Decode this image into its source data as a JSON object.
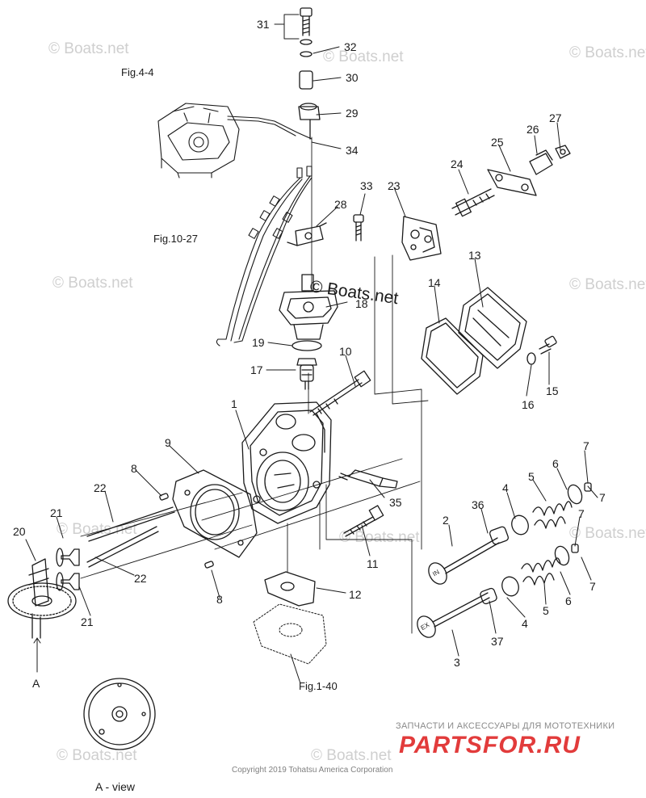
{
  "watermarks": [
    "© Boats.net",
    "© Boats.net",
    "© Boats.net",
    "© Boats.net",
    "© Boats.net",
    "© Boats.net",
    "© Boats.net",
    "© Boats.net",
    "© Boats.net",
    "© Boats.net"
  ],
  "center_brand": "© Boats.net",
  "figure_refs": {
    "fig_4_4": "Fig.4-4",
    "fig_10_27": "Fig.10-27",
    "fig_1_40": "Fig.1-40"
  },
  "part_numbers": [
    "31",
    "32",
    "30",
    "29",
    "34",
    "33",
    "28",
    "23",
    "24",
    "25",
    "26",
    "27",
    "13",
    "14",
    "18",
    "19",
    "17",
    "10",
    "15",
    "16",
    "1",
    "9",
    "8",
    "22",
    "21",
    "20",
    "35",
    "11",
    "12",
    "36",
    "2",
    "4",
    "5",
    "6",
    "7",
    "7",
    "7",
    "7",
    "6",
    "5",
    "4",
    "37",
    "3",
    "22",
    "21",
    "8"
  ],
  "view_marker": "A",
  "view_caption": "A - view",
  "valve_marks": {
    "intake": "IN",
    "exhaust": "EX"
  },
  "shop": {
    "tagline": "ЗАПЧАСТИ И АКСЕССУАРЫ ДЛЯ МОТОТЕХНИКИ",
    "logo": "PARTSFOR.RU"
  },
  "copyright": "Copyright 2019 Tohatsu America Corporation",
  "colors": {
    "ink": "#1a1a1a",
    "watermark": "#cfcfcf",
    "shop_logo": "#e23b3b"
  }
}
